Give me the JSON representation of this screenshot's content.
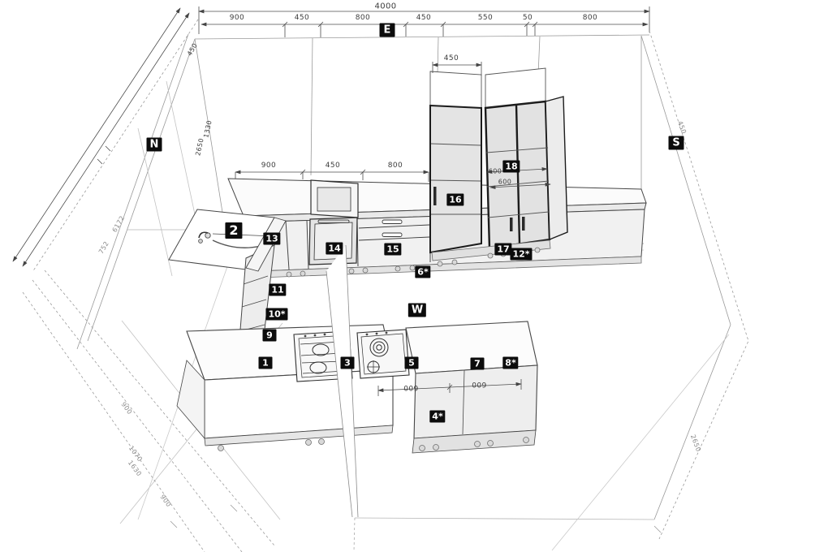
{
  "drawing": {
    "type": "kitchen-3d-cad-plan",
    "compass": {
      "east": "E",
      "north": "N",
      "south": "S",
      "west": "W"
    },
    "items": {
      "i1": "1",
      "i2": "2",
      "i3": "3",
      "i4": "4*",
      "i5": "5",
      "i6": "6*",
      "i7": "7",
      "i8": "8*",
      "i9": "9",
      "i10": "10*",
      "i11": "11",
      "i12": "12*",
      "i13": "13",
      "i14": "14",
      "i15": "15",
      "i16": "16",
      "i17": "17",
      "i18": "18"
    },
    "dims": {
      "total_width": "4000",
      "east_segments": [
        "900",
        "450",
        "800",
        "450",
        "550",
        "50",
        "800"
      ],
      "counter_segments": [
        "900",
        "450",
        "800"
      ],
      "tall_cabinet_top": "450",
      "tall_depth_upper": "600",
      "tall_depth_lower": "600",
      "island_left": "600",
      "island_right": "600",
      "north_wall_top": "450",
      "north_wall_h1": "1330",
      "north_wall_h2": "2650",
      "north_wall_d1": "6172",
      "north_wall_d2": "752",
      "floor_left_1": "900",
      "floor_left_2": "1070",
      "floor_left_3": "1630",
      "floor_left_4": "900",
      "south_wall_top": "450",
      "south_wall_h": "2650"
    }
  }
}
